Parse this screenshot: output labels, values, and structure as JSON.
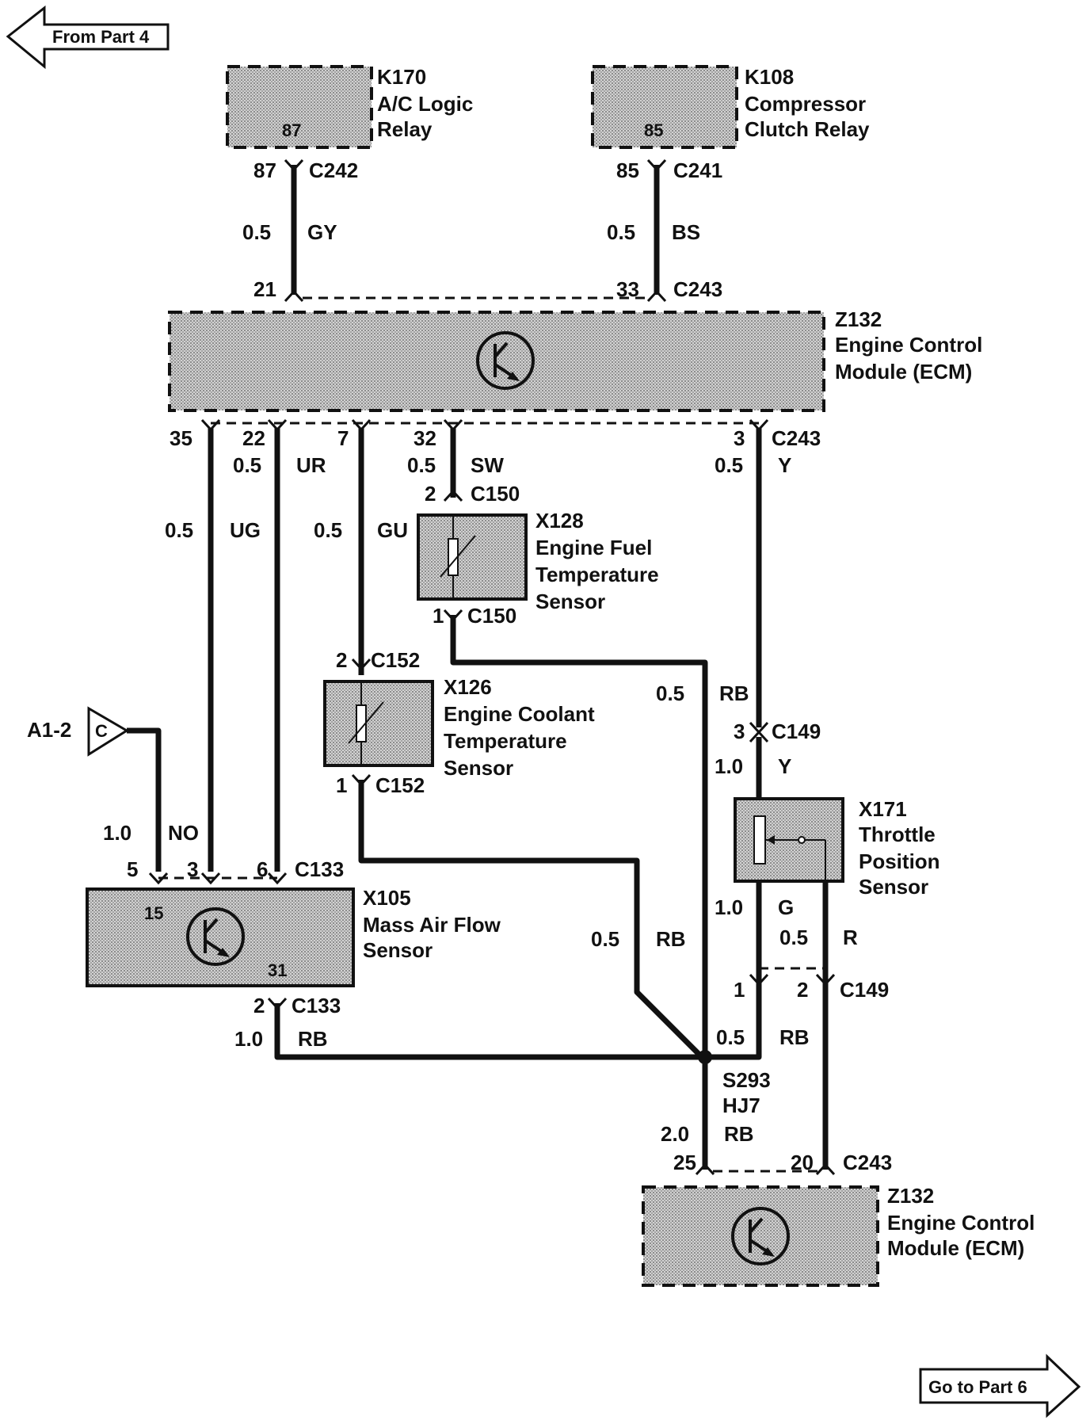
{
  "nav": {
    "from_label": "From Part  4",
    "to_label": "Go to Part  6"
  },
  "k170": {
    "id": "K170",
    "line1": "A/C Logic",
    "line2": "Relay",
    "pin": "87"
  },
  "k108": {
    "id": "K108",
    "line1": "Compressor",
    "line2": "Clutch Relay",
    "pin": "85"
  },
  "ecm_top": {
    "id": "Z132",
    "line1": "Engine Control",
    "line2": "Module (ECM)"
  },
  "ecm_bottom": {
    "id": "Z132",
    "line1": "Engine Control",
    "line2": "Module (ECM)"
  },
  "x128": {
    "id": "X128",
    "line1": "Engine Fuel",
    "line2": "Temperature",
    "line3": "Sensor"
  },
  "x126": {
    "id": "X126",
    "line1": "Engine Coolant",
    "line2": "Temperature",
    "line3": "Sensor"
  },
  "x171": {
    "id": "X171",
    "line1": "Throttle",
    "line2": "Position",
    "line3": "Sensor"
  },
  "x105": {
    "id": "X105",
    "line1": "Mass Air Flow",
    "line2": "Sensor",
    "pin_a": "15",
    "pin_b": "31"
  },
  "a12": {
    "label": "A1-2",
    "letter": "C"
  },
  "splice": {
    "id": "S293",
    "harness": "HJ7"
  },
  "connectors": {
    "c242": "C242",
    "c241": "C241",
    "c243_top": "C243",
    "c243_mid": "C243",
    "c150_top": "C150",
    "c150_bottom": "C150",
    "c152_top": "C152",
    "c152_bottom": "C152",
    "c149_top": "C149",
    "c149_bottom": "C149",
    "c133_top": "C133",
    "c133_bottom": "C133",
    "c243_bottom": "C243"
  },
  "pins": {
    "p87": "87",
    "p85": "85",
    "p21": "21",
    "p33": "33",
    "p35": "35",
    "p22": "22",
    "p7": "7",
    "p32": "32",
    "p3": "3",
    "p2_c150": "2",
    "p1_c150": "1",
    "p2_c152": "2",
    "p1_c152": "1",
    "p3_c149": "3",
    "p5": "5",
    "p3_c133": "3",
    "p6": "6",
    "p2_c133": "2",
    "p1_c149": "1",
    "p2_c149": "2",
    "p25": "25",
    "p20": "20"
  },
  "wires": {
    "gy_size": "0.5",
    "gy": "GY",
    "bs_size": "0.5",
    "bs": "BS",
    "ur_size": "0.5",
    "ur": "UR",
    "sw_size": "0.5",
    "sw": "SW",
    "y_top_size": "0.5",
    "y_top": "Y",
    "ug_size": "0.5",
    "ug": "UG",
    "gu_size": "0.5",
    "gu": "GU",
    "rb1_size": "0.5",
    "rb1": "RB",
    "y_bot_size": "1.0",
    "y_bot": "Y",
    "no_size": "1.0",
    "no": "NO",
    "g_size": "1.0",
    "g": "G",
    "r_size": "0.5",
    "r": "R",
    "rb2_size": "0.5",
    "rb2": "RB",
    "rb3_size": "1.0",
    "rb3": "RB",
    "rb4_size": "0.5",
    "rb4": "RB",
    "rb5_size": "2.0",
    "rb5": "RB"
  }
}
